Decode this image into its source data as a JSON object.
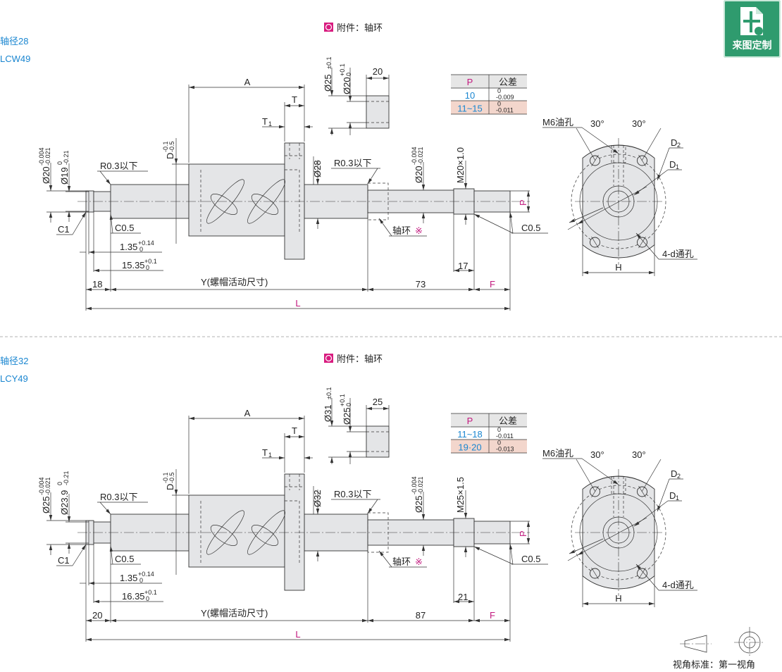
{
  "logo": {
    "label": "来图定制",
    "color": "#2f9b6e"
  },
  "colors": {
    "blue": "#1a86d0",
    "magenta": "#c2187e",
    "part_fill": "#e4e5e7",
    "table_head": "#e6e6e6",
    "table_alt": "#f3d6cc"
  },
  "table_header": {
    "p": "P",
    "tol": "公差"
  },
  "view_standard": {
    "label": "视角标准：第一视角"
  },
  "sections": [
    {
      "title": "轴径28",
      "model": "LCW49",
      "accessory": "附件：轴环",
      "labels": {
        "A": "A",
        "T": "T",
        "T1": "T",
        "T1sub": "1",
        "D": "D",
        "D_up": "-0.1",
        "D_lo": "-0.5",
        "end_dia": "Ø20",
        "end_dia_up": "-0.004",
        "end_dia_lo": "-0.021",
        "groove_dia": "Ø19",
        "groove_dia_up": "0",
        "groove_dia_lo": "-0.21",
        "r_left": "R0.3以下",
        "r_right": "R0.3以下",
        "shaft_dia": "Ø28",
        "mid_dia": "Ø20",
        "mid_dia_up": "-0.004",
        "mid_dia_lo": "-0.021",
        "thread": "M20×1.0",
        "P": "P",
        "C1": "C1",
        "C05a": "C0.5",
        "C05b": "C0.5",
        "g1": "1.35",
        "g1_up": "+0.14",
        "g1_lo": "0",
        "g2": "15.35",
        "g2_up": "+0.1",
        "g2_lo": "0",
        "collar_note": "轴环",
        "collar_mark": "※",
        "thread_len": "17",
        "end_len": "18",
        "Y": "Y(螺帽活动尺寸)",
        "mid_len": "73",
        "F": "F",
        "L": "L",
        "collar_od": "Ø25",
        "collar_od_tol": "±0.1",
        "collar_id": "Ø20",
        "collar_id_up": "+0.1",
        "collar_id_lo": "0",
        "collar_w": "20",
        "oil": "M6油孔",
        "ang1": "30°",
        "ang2": "30°",
        "D2": "D",
        "D2sub": "2",
        "D1": "D",
        "D1sub": "1",
        "holes": "4-d通孔",
        "H": "H"
      },
      "table": [
        {
          "p": "10",
          "tol_up": "0",
          "tol_lo": "-0.009"
        },
        {
          "p": "11~15",
          "tol_up": "0",
          "tol_lo": "-0.011"
        }
      ]
    },
    {
      "title": "轴径32",
      "model": "LCY49",
      "accessory": "附件：轴环",
      "labels": {
        "A": "A",
        "T": "T",
        "T1": "T",
        "T1sub": "1",
        "D": "D",
        "D_up": "-0.1",
        "D_lo": "-0.5",
        "end_dia": "Ø25",
        "end_dia_up": "-0.004",
        "end_dia_lo": "-0.021",
        "groove_dia": "Ø23.9",
        "groove_dia_up": "0",
        "groove_dia_lo": "-0.21",
        "r_left": "R0.3以下",
        "r_right": "R0.3以下",
        "shaft_dia": "Ø32",
        "mid_dia": "Ø25",
        "mid_dia_up": "-0.004",
        "mid_dia_lo": "-0.021",
        "thread": "M25×1.5",
        "P": "P",
        "C1": "C1",
        "C05a": "C0.5",
        "C05b": "C0.5",
        "g1": "1.35",
        "g1_up": "+0.14",
        "g1_lo": "0",
        "g2": "16.35",
        "g2_up": "+0.1",
        "g2_lo": "0",
        "collar_note": "轴环",
        "collar_mark": "※",
        "thread_len": "21",
        "end_len": "20",
        "Y": "Y(螺帽活动尺寸)",
        "mid_len": "87",
        "F": "F",
        "L": "L",
        "collar_od": "Ø31",
        "collar_od_tol": "±0.1",
        "collar_id": "Ø25",
        "collar_id_up": "+0.1",
        "collar_id_lo": "0",
        "collar_w": "25",
        "oil": "M6油孔",
        "ang1": "30°",
        "ang2": "30°",
        "D2": "D",
        "D2sub": "2",
        "D1": "D",
        "D1sub": "1",
        "holes": "4-d通孔",
        "H": "H"
      },
      "table": [
        {
          "p": "11~18",
          "tol_up": "0",
          "tol_lo": "-0.011"
        },
        {
          "p": "19·20",
          "tol_up": "0",
          "tol_lo": "-0.013"
        }
      ]
    }
  ]
}
